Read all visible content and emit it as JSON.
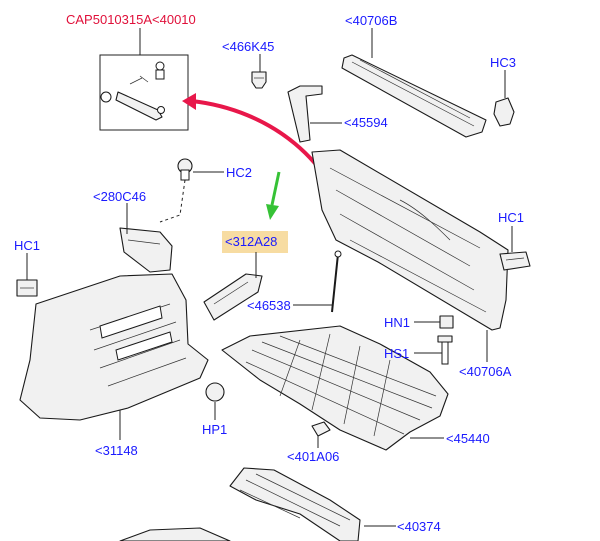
{
  "labels": {
    "cap": "CAP5010315A<40010",
    "p40706B": "<40706B",
    "p466K45": "<466K45",
    "hc3": "HC3",
    "p45594": "<45594",
    "hc2": "HC2",
    "p280C46": "<280C46",
    "hc1_left": "HC1",
    "p312A28": "<312A28",
    "hc1_right": "HC1",
    "p46538": "<46538",
    "hn1": "HN1",
    "hs1": "HS1",
    "p40706A": "<40706A",
    "hp1": "HP1",
    "p31148": "<31148",
    "p401A06": "<401A06",
    "p45440": "<45440",
    "p40374": "<40374"
  },
  "colors": {
    "label_blue": "#1a1aff",
    "label_red": "#e0103a",
    "arrow_red": "#e8174a",
    "arrow_green": "#36c236",
    "highlight": "#f7dca2"
  }
}
